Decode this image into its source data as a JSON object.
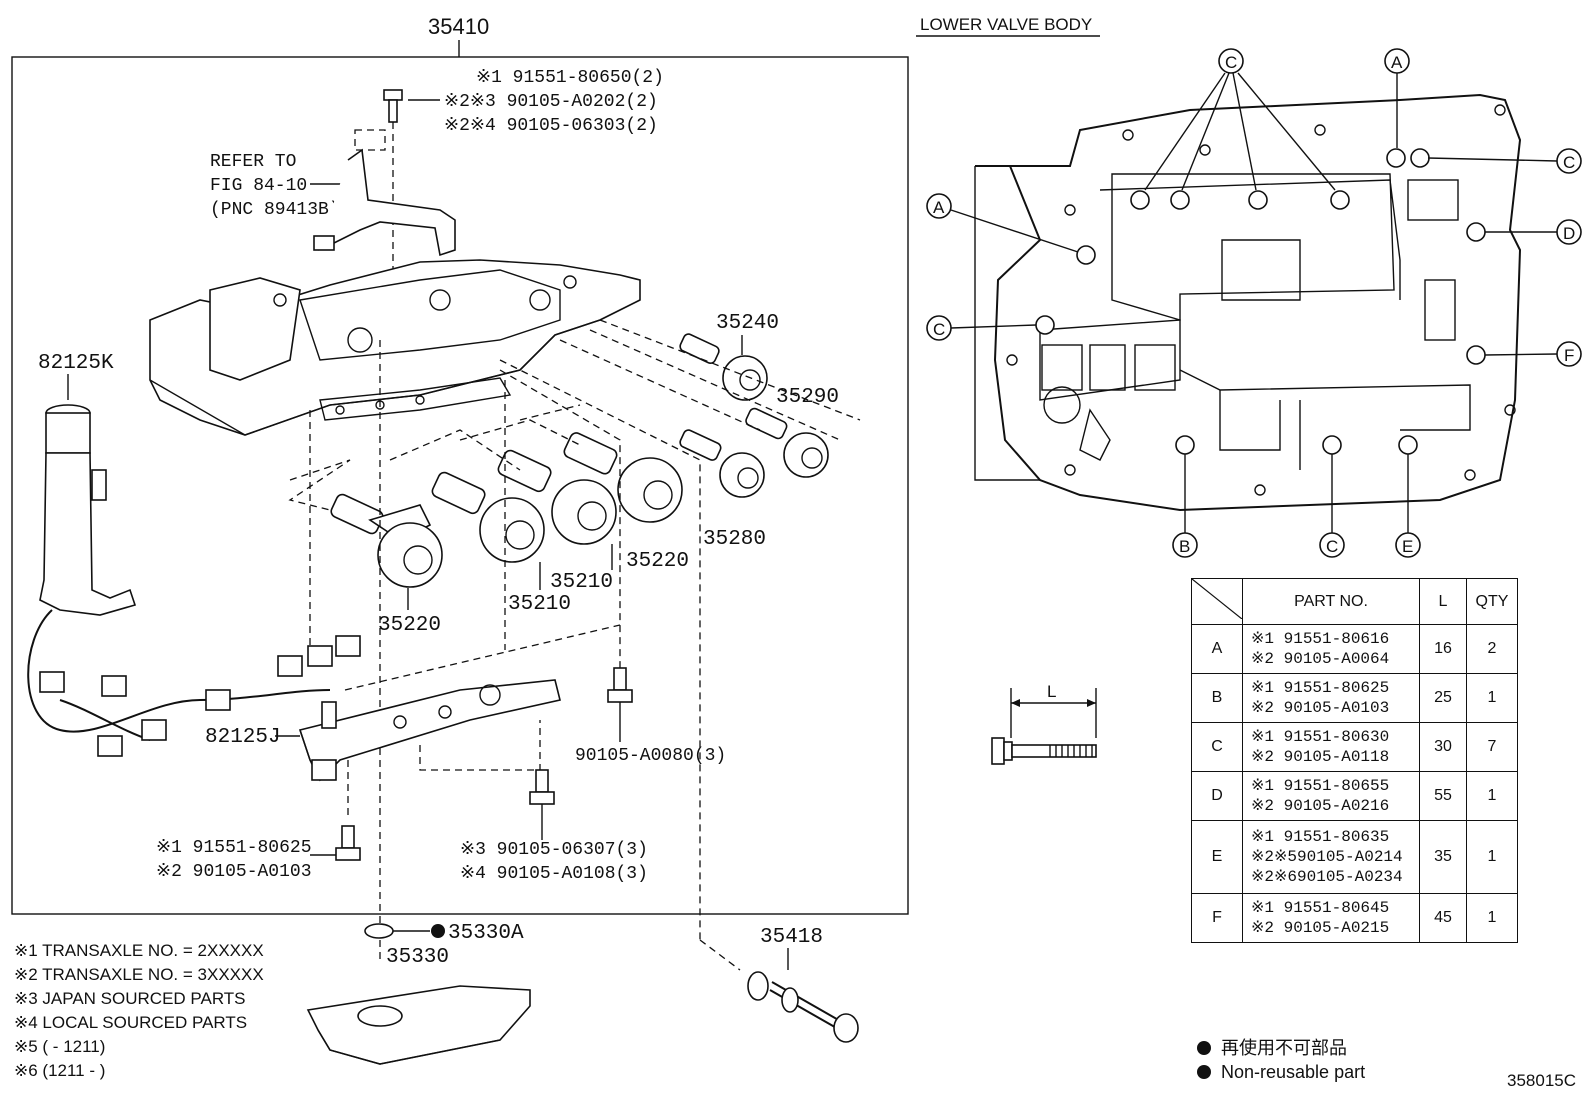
{
  "assembly_number": "35410",
  "top_bolts": [
    "※1 91551-80650(2)",
    "※2※3 90105-A0202(2)",
    "※2※4 90105-06303(2)"
  ],
  "refer": [
    "REFER TO",
    "FIG 84-10",
    "(PNC 89413B)"
  ],
  "parts": {
    "p35240": "35240",
    "p35290": "35290",
    "p35280": "35280",
    "p35220a": "35220",
    "p35220b": "35220",
    "p35210a": "35210",
    "p35210b": "35210",
    "p82125k": "82125K",
    "p82125j": "82125J",
    "p35330a": "35330A",
    "p35330": "35330",
    "p35418": "35418"
  },
  "mid_bolt": "90105-A0080(3)",
  "lower_left_bolts": [
    "※1 91551-80625",
    "※2 90105-A0103"
  ],
  "lower_mid_bolts": [
    "※3 90105-06307(3)",
    "※4 90105-A0108(3)"
  ],
  "notes": [
    "※1 TRANSAXLE NO. = 2XXXXX",
    "※2 TRANSAXLE NO. = 3XXXXX",
    "※3 JAPAN SOURCED PARTS",
    "※4 LOCAL SOURCED PARTS",
    "※5 (     - 1211)",
    "※6 (1211 -     )"
  ],
  "lower_valve_body_title": "LOWER VALVE BODY",
  "markers": {
    "a": "A",
    "b": "B",
    "c": "C",
    "d": "D",
    "e": "E",
    "f": "F"
  },
  "dimension_label": "L",
  "table": {
    "headers": {
      "part_no": "PART NO.",
      "l": "L",
      "qty": "QTY"
    },
    "rows": [
      {
        "key": "A",
        "parts": [
          "※1 91551-80616",
          "※2 90105-A0064"
        ],
        "l": "16",
        "qty": "2"
      },
      {
        "key": "B",
        "parts": [
          "※1 91551-80625",
          "※2 90105-A0103"
        ],
        "l": "25",
        "qty": "1"
      },
      {
        "key": "C",
        "parts": [
          "※1 91551-80630",
          "※2 90105-A0118"
        ],
        "l": "30",
        "qty": "7"
      },
      {
        "key": "D",
        "parts": [
          "※1 91551-80655",
          "※2 90105-A0216"
        ],
        "l": "55",
        "qty": "1"
      },
      {
        "key": "E",
        "parts": [
          "※1     91551-80635",
          "※2※590105-A0214",
          "※2※690105-A0234"
        ],
        "l": "35",
        "qty": "1"
      },
      {
        "key": "F",
        "parts": [
          "※1 91551-80645",
          "※2 90105-A0215"
        ],
        "l": "45",
        "qty": "1"
      }
    ]
  },
  "legend": {
    "jp": "再使用不可部品",
    "en": "Non-reusable part"
  },
  "figure_code": "358015C"
}
